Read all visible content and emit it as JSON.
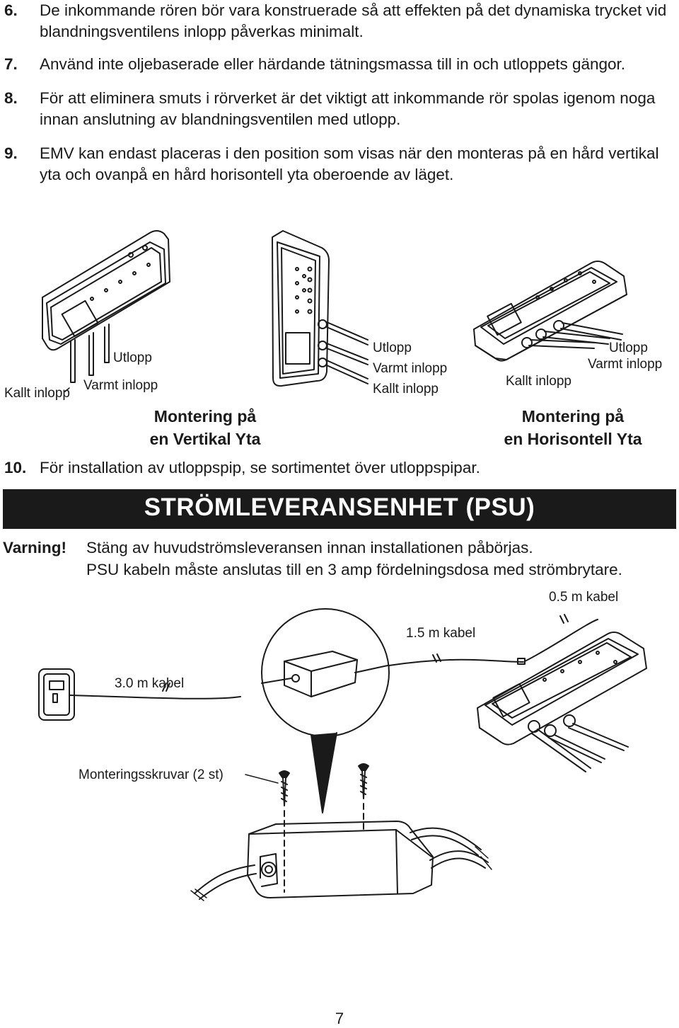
{
  "instructions": [
    {
      "num": "6.",
      "text": "De inkommande rören bör vara konstruerade så att effekten på det dynamiska trycket vid  blandningsventilens inlopp påverkas minimalt."
    },
    {
      "num": "7.",
      "text": "Använd inte oljebaserade eller härdande tätningsmassa till in och utloppets gängor."
    },
    {
      "num": "8.",
      "text": "För att eliminera smuts i rörverket är det viktigt att inkommande rör spolas igenom noga innan anslutning av blandningsventilen med utlopp."
    },
    {
      "num": "9.",
      "text": "EMV kan endast placeras i den position som visas när den monteras på en hård vertikal yta och ovanpå en hård horisontell yta oberoende av läget."
    }
  ],
  "diagram1": {
    "utlopp": "Utlopp",
    "varmt": "Varmt inlopp",
    "kallt": "Kallt inlopp"
  },
  "diagram2": {
    "utlopp": "Utlopp",
    "varmt": "Varmt inlopp",
    "kallt": "Kallt inlopp"
  },
  "diagram3": {
    "utlopp": "Utlopp",
    "varmt": "Varmt inlopp",
    "kallt": "Kallt inlopp"
  },
  "captions": {
    "vertical_line1": "Montering på",
    "vertical_line2": "en Vertikal Yta",
    "horizontal_line1": "Montering på",
    "horizontal_line2": "en Horisontell Yta"
  },
  "item10": {
    "num": "10.",
    "text": "För installation av utloppspip, se sortimentet över utloppspipar."
  },
  "section_title": "STRÖMLEVERANSENHET (PSU)",
  "warning": {
    "label": "Varning!",
    "line1": "Stäng av huvudströmsleveransen innan installationen påbörjas.",
    "line2": "PSU kabeln måste anslutas till en 3 amp fördelningsdosa med strömbrytare."
  },
  "psu_labels": {
    "cable_05": "0.5 m kabel",
    "cable_15": "1.5 m kabel",
    "cable_30": "3.0 m kabel",
    "screws": "Monteringsskruvar  (2  st)"
  },
  "page_number": "7"
}
